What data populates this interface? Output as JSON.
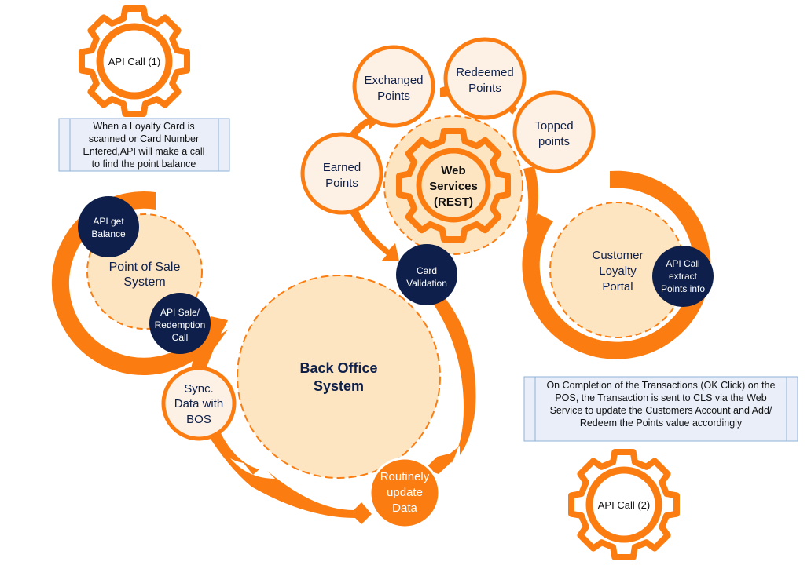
{
  "colors": {
    "orange": "#fb7d11",
    "peach_fill": "#fde5c2",
    "light_fill": "#fdf0e4",
    "navy": "#0d1f4a",
    "note_fill": "#e9eef8",
    "note_border": "#8fb2d8"
  },
  "gears": {
    "api_call_1": {
      "label": "API Call (1)"
    },
    "api_call_2": {
      "label": "API Call (2)"
    }
  },
  "notes": {
    "loyalty_card": {
      "lines": [
        "When a Loyalty Card is",
        "scanned or Card Number",
        "Entered,API will make a call",
        "to find the point balance"
      ]
    },
    "transaction_completion": {
      "lines": [
        "On Completion of the Transactions (OK Click) on the",
        "POS, the Transaction is sent to CLS via the Web",
        "Service to update the Customers Account and Add/",
        "Redeem the Points value accordingly"
      ]
    }
  },
  "systems": {
    "pos": {
      "lines": [
        "Point of Sale",
        "System"
      ]
    },
    "back_office": {
      "lines": [
        "Back Office",
        "System"
      ]
    },
    "customer_portal": {
      "lines": [
        "Customer",
        "Loyalty",
        "Portal"
      ]
    },
    "web_services": {
      "lines": [
        "Web",
        "Services",
        "(REST)"
      ]
    }
  },
  "api_badges": {
    "get_balance": {
      "lines": [
        "API get",
        "Balance"
      ]
    },
    "sale_redemption": {
      "lines": [
        "API Sale/",
        "Redemption",
        "Call"
      ]
    },
    "card_validation": {
      "lines": [
        "Card",
        "Validation"
      ]
    },
    "extract_points": {
      "lines": [
        "API Call",
        "extract",
        "Points info"
      ]
    }
  },
  "point_types": {
    "earned": {
      "lines": [
        "Earned",
        "Points"
      ]
    },
    "exchanged": {
      "lines": [
        "Exchanged",
        "Points"
      ]
    },
    "redeemed": {
      "lines": [
        "Redeemed",
        "Points"
      ]
    },
    "topped": {
      "lines": [
        "Topped",
        "points"
      ]
    }
  },
  "process_steps": {
    "sync_data": {
      "lines": [
        "Sync.",
        "Data with",
        "BOS"
      ]
    },
    "routinely_update": {
      "lines": [
        "Routinely",
        "update",
        "Data"
      ]
    }
  }
}
